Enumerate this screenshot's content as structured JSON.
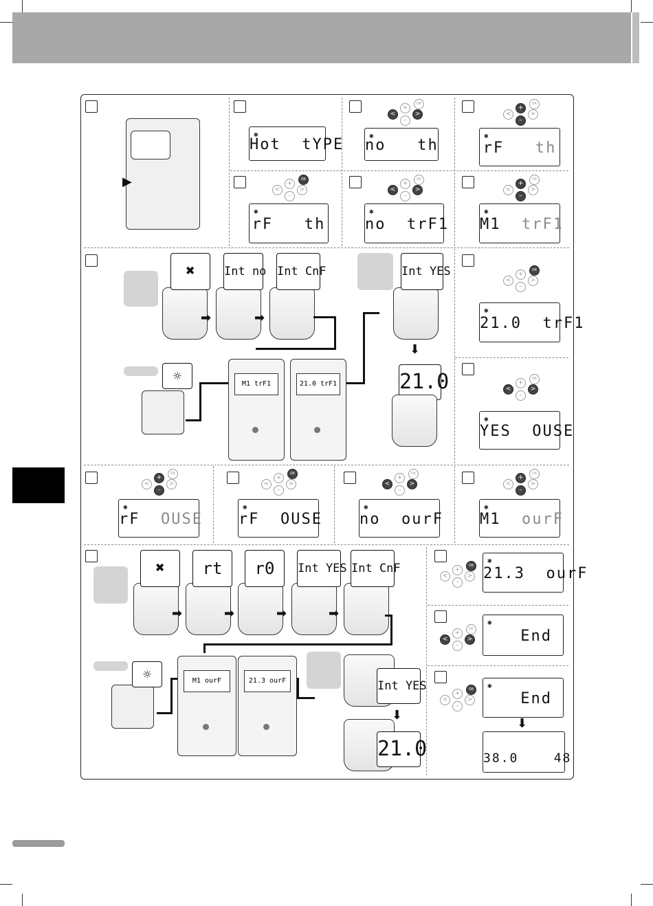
{
  "step_number_labels": "",
  "lcd": {
    "hot_type": [
      "Hot",
      "tYPE"
    ],
    "no_th": [
      "no",
      "th"
    ],
    "rf_th_dim": [
      "rF",
      "th"
    ],
    "rf_th": [
      "rF",
      "th"
    ],
    "no_trf1": [
      "no",
      "trF1"
    ],
    "m1_trf1": [
      "M1",
      "trF1"
    ],
    "t210_trf1": [
      "21.0",
      "trF1"
    ],
    "yes_ouse": [
      "YES",
      "OUSE"
    ],
    "rf_ouse_dim": [
      "rF",
      "OUSE"
    ],
    "rf_ouse": [
      "rF",
      "OUSE"
    ],
    "no_ourf": [
      "no",
      "ourF"
    ],
    "m1_ourf": [
      "M1",
      "ourF"
    ],
    "t213_ourf": [
      "21.3",
      "ourF"
    ],
    "end1": "End",
    "end2": "End",
    "final_left": "38.0",
    "final_right": "48"
  },
  "bubbles": {
    "tools": "✖",
    "int_no": "Int no",
    "int_cnf": "Int CnF",
    "int_yes": "Int YES",
    "temp_210": "21.0",
    "rt": "rt",
    "r0": "r0",
    "int_yes_b": "Int YES",
    "int_cnf_b": "Int CnF",
    "int_yes_c": "Int YES",
    "temp_210_b": "21.0"
  },
  "controller": {
    "scr1": "M1 trF1",
    "scr2": "21.0 trF1",
    "scr3": "M1 ourF",
    "scr4": "21.3 ourF"
  },
  "button_glyphs": {
    "ok": "OK",
    "plus": "+",
    "minus": "–",
    "left": "<",
    "right": ">"
  },
  "colors": {
    "banner": "#a8a8a8",
    "tab": "#000000",
    "lcd_border": "#222222"
  }
}
